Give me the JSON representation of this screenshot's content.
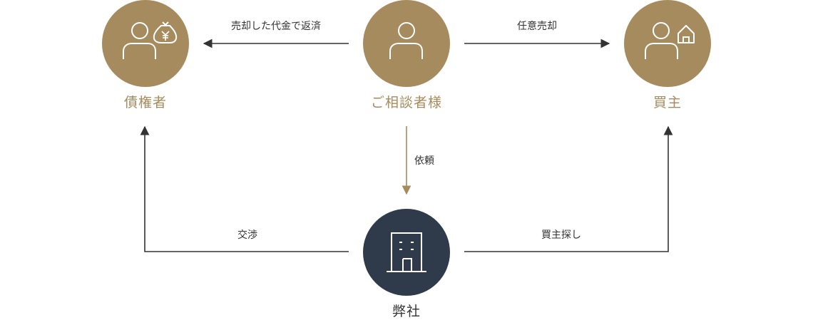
{
  "colors": {
    "gold": "#a68b5e",
    "navy": "#2f3a4b",
    "line": "#333333",
    "icon_stroke": "#ffffff",
    "dark_text": "#333333"
  },
  "nodes": {
    "creditor": {
      "label": "債権者",
      "icon": "person-with-money-bag-icon"
    },
    "client": {
      "label": "ご相談者様",
      "icon": "person-icon"
    },
    "buyer": {
      "label": "買主",
      "icon": "person-with-house-icon"
    },
    "company": {
      "label": "弊社",
      "icon": "office-building-icon"
    }
  },
  "edges": {
    "client_to_creditor": {
      "label": "売却した代金で返済"
    },
    "client_to_buyer": {
      "label": "任意売却"
    },
    "client_to_company": {
      "label": "依頼"
    },
    "company_to_creditor": {
      "label": "交渉"
    },
    "company_to_buyer": {
      "label": "買主探し"
    }
  }
}
